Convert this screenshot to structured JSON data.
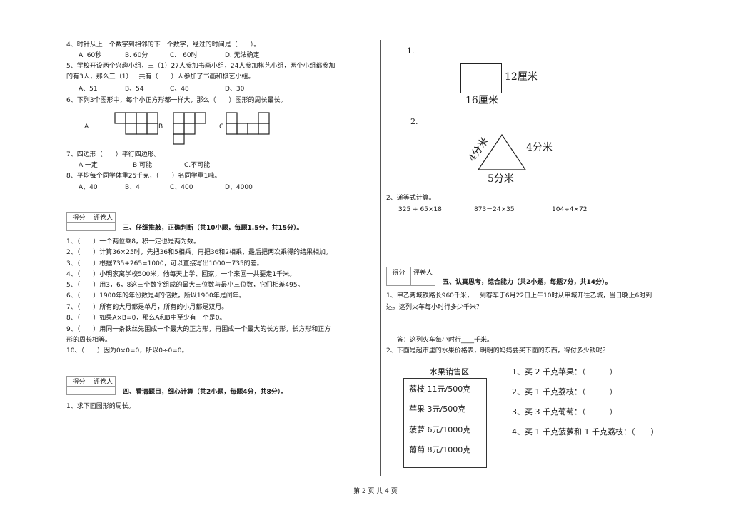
{
  "left": {
    "q4": {
      "stem": "4、时针从上一个数字到相邻的下一个数字，经过的时间是（　　）。",
      "opts": [
        "A. 60秒",
        "B. 60分",
        "C.　60时",
        "D. 无法确定"
      ]
    },
    "q5": {
      "stem1": "5、学校开设两个兴趣小组，三（1）27人参加书画小组，24人参加棋艺小组，两个小组都参加",
      "stem2": "的有3人，那么三（1）一共有（　　）人参加了书画和棋艺小组。",
      "opts": [
        "A、51",
        "B、54",
        "C、48",
        "D、30"
      ]
    },
    "q6": {
      "stem": "6、下列3个图形中，每个小正方形都一样大，那么（　　）图形的周长最长。",
      "labels": [
        "A",
        "B",
        "C"
      ]
    },
    "q7": {
      "stem": "7、四边形（　　）平行四边形。",
      "opts": [
        "A.一定",
        "B.可能",
        "C.不可能"
      ]
    },
    "q8": {
      "stem": "8、平均每个同学体重25千克，（　　）名同学重1吨。",
      "opts": [
        "A、40",
        "B、4",
        "C、400",
        "D、4000"
      ]
    },
    "score_header": [
      "得分",
      "评卷人"
    ],
    "sec3": {
      "title": "三、仔细推敲，正确判断（共10小题，每题1.5分，共15分）。",
      "items": [
        "1、（　　）一个两位乘8，积一定也是两为数。",
        "2、（　　）计算36×25时，先把36和5相乘，再把36和2相乘，最后把两次乘得的结果相加。",
        "3、（　　）根据735+265=1000，可以直接写出1000－735的差。",
        "4、（　　）小明家离学校500米，他每天上学、回家，一个来回一共要走1千米。",
        "5、（　　）用3，6，8这三个数字组成的最大三位数与最小三位数，它们相差495。",
        "6、（　　）1900年的年份数是4的倍数，所以1900年是闰年。",
        "7、（　　）所有的大月都是单月，所有的小月都是双月。",
        "8、（　　）如果A×B=0，那么A和B中至少有一个是0。",
        "9、（　　）用同一条铁丝先围成一个最大的正方形，再围成一个最大的长方形，长方形和正方",
        "形的周长相等。",
        "10、（　　）因为0×0=0，所以0÷0=0。"
      ]
    },
    "sec4": {
      "title": "四、看清题目，细心计算（共2小题，每题4分，共8分）。",
      "q1": "1、求下面图形的周长。"
    }
  },
  "right": {
    "fig1": {
      "num": "1.",
      "side": "12厘米",
      "bottom": "16厘米"
    },
    "fig2": {
      "num": "2.",
      "left": "4分米",
      "right": "4分米",
      "bottom": "5分米"
    },
    "q2": {
      "title": "2、递等式计算。",
      "exprs": [
        "325 + 65×18",
        "873－24×35",
        "104÷4×72"
      ]
    },
    "score_header": [
      "得分",
      "评卷人"
    ],
    "sec5": {
      "title": "五、认真思考，综合能力（共2小题，每题7分，共14分）。",
      "q1_line1": "1、甲乙两城铁路长960千米，一列客车于6月22日上午10时从甲城开往乙城，当日晚上6时到",
      "q1_line2": "达。这列火车每小时行多少千米？",
      "answer": "答：这列火车每小时行____千米。",
      "q2": "2、下面是超市里的水果价格表，明明的妈妈要买下面的东西，得付多少钱呢？"
    },
    "fruit": {
      "title": "水果销售区",
      "items": [
        "荔枝 11元/500克",
        "苹果 3元/500克",
        "菠萝 6元/1000克",
        "葡萄 8元/1000克"
      ]
    },
    "buy": [
      "1、买 2 千克苹果：（　　　）",
      "2、买 1 千克荔枝：（　　　）",
      "3、买 3 千克葡萄：（　　　）",
      "4、买 1 千克菠萝和 1 千克荔枝：（　　）"
    ]
  },
  "footer": "第 2 页 共 4 页"
}
